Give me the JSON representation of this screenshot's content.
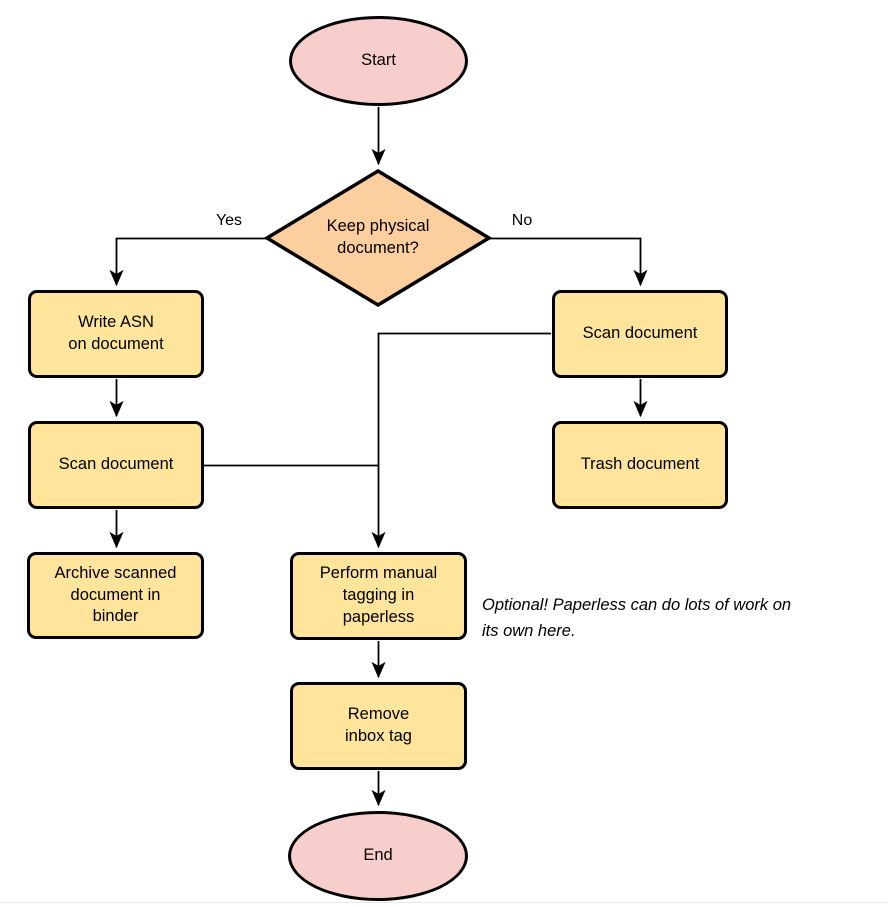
{
  "diagram_type": "flowchart",
  "palette": {
    "terminal_fill": "#f8cecc",
    "decision_fill": "#fdce9e",
    "process_fill": "#ffe49b",
    "stroke": "#000000",
    "background": "#ffffff",
    "bottom_divider": "#e9e9e9"
  },
  "nodes": {
    "start": {
      "type": "terminal",
      "label": "Start"
    },
    "decision": {
      "type": "decision",
      "label": "Keep physical\ndocument?"
    },
    "write_asn": {
      "type": "process",
      "label": "Write ASN\non document"
    },
    "scan_left": {
      "type": "process",
      "label": "Scan document"
    },
    "archive": {
      "type": "process",
      "label": "Archive scanned\ndocument in\nbinder"
    },
    "scan_right": {
      "type": "process",
      "label": "Scan document"
    },
    "trash": {
      "type": "process",
      "label": "Trash document"
    },
    "tagging": {
      "type": "process",
      "label": "Perform manual\ntagging in\npaperless"
    },
    "remove_inbox": {
      "type": "process",
      "label": "Remove\ninbox tag"
    },
    "end": {
      "type": "terminal",
      "label": "End"
    }
  },
  "edge_labels": {
    "yes": "Yes",
    "no": "No"
  },
  "edges": [
    {
      "from": "start",
      "to": "decision"
    },
    {
      "from": "decision",
      "to": "write_asn",
      "label": "Yes"
    },
    {
      "from": "decision",
      "to": "scan_right",
      "label": "No"
    },
    {
      "from": "write_asn",
      "to": "scan_left"
    },
    {
      "from": "scan_left",
      "to": "archive"
    },
    {
      "from": "scan_right",
      "to": "trash"
    },
    {
      "from": "scan_right",
      "to": "tagging"
    },
    {
      "from": "scan_left",
      "to": "tagging"
    },
    {
      "from": "tagging",
      "to": "remove_inbox"
    },
    {
      "from": "remove_inbox",
      "to": "end"
    }
  ],
  "annotation": {
    "text": "Optional! Paperless can do lots of work on\nits own here."
  }
}
